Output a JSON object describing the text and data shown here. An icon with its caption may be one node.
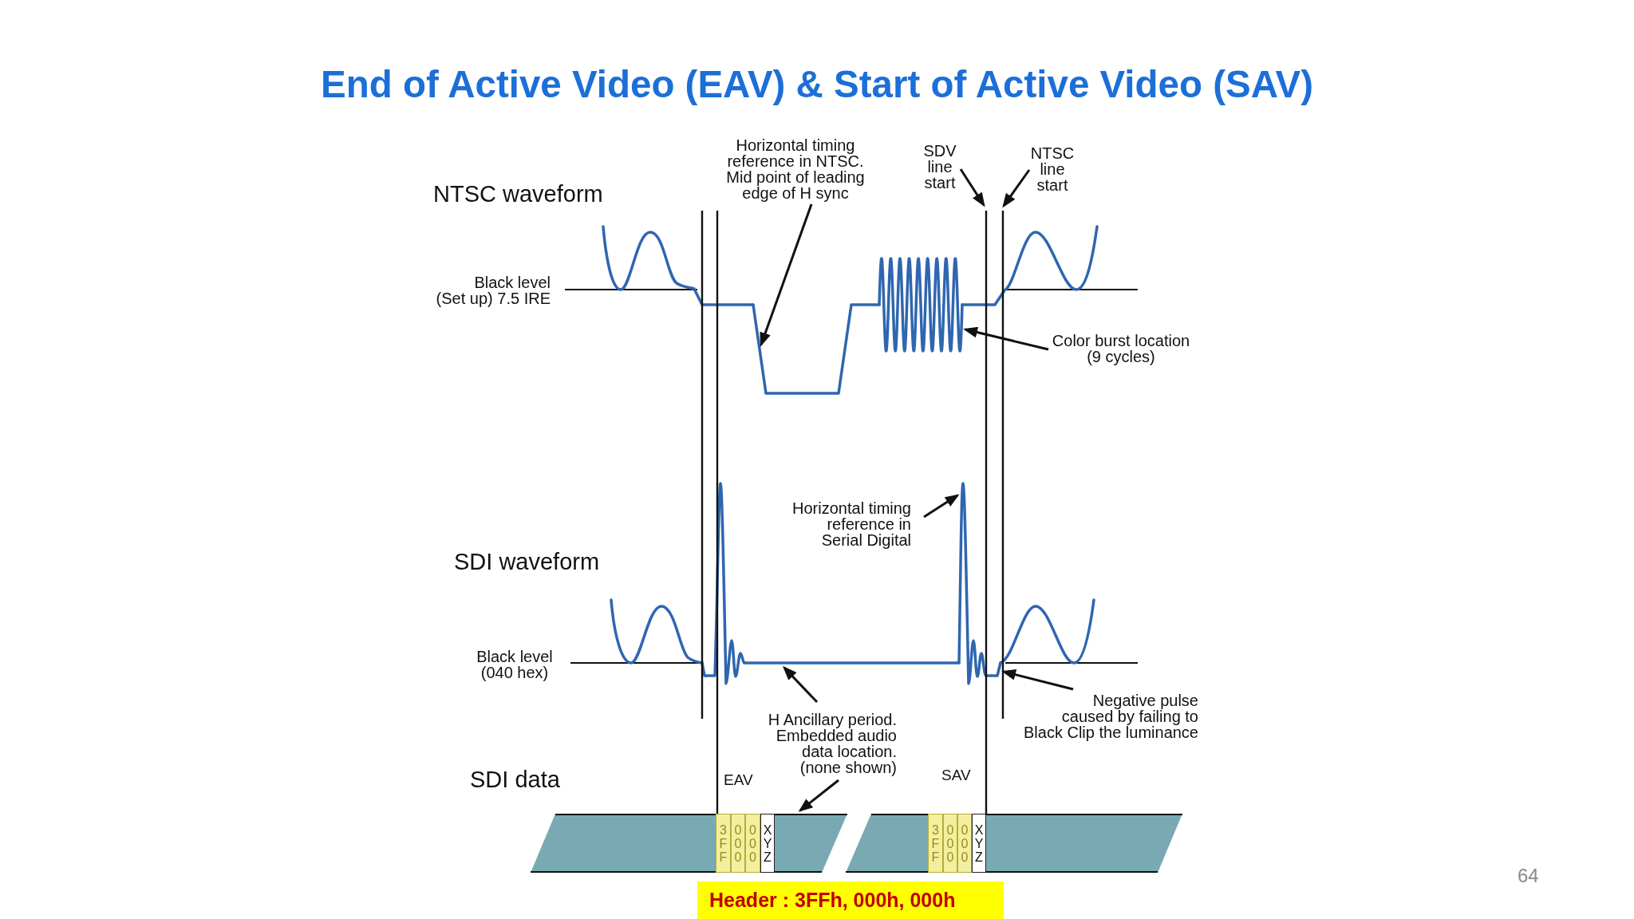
{
  "diagram": {
    "title": "End of Active Video (EAV) & Start of Active Video (SAV)",
    "nodes": [
      {
        "text": [
          "Horizontal timing reference in NTSC. Mid point of leading edge of H sync"
        ]
      },
      {
        "text": [
          "SDV line start"
        ]
      },
      {
        "text": [
          "NTSC line start"
        ]
      },
      {
        "text": [],
        "shape": "line"
      },
      {
        "text": [],
        "shape": "line"
      },
      {
        "text": [],
        "shape": "line"
      },
      {
        "text": [],
        "shape": "line"
      },
      {
        "text": [],
        "shape": "pulse"
      },
      {
        "text": [],
        "shape": "wave"
      },
      {
        "text": [
          "Color burst location (9 cycles)"
        ]
      },
      {
        "text": [
          "Horizontal timing reference in Serial Digital"
        ]
      },
      {
        "text": [],
        "shape": "pulse"
      },
      {
        "text": [],
        "shape": "pulse"
      },
      {
        "text": [],
        "shape": "line"
      },
      {
        "text": [
          "Negative pulse caused by failing to Black Clip the luminance"
        ]
      },
      {
        "text": [
          "H Ancillary period. Embedded audio data location. (none shown)"
        ]
      },
      {
        "text": [],
        "shape": "bar"
      },
      {
        "text": [
          "3 F F"
        ],
        "in": 16
      },
      {
        "text": [
          "0 0 0"
        ],
        "in": 16
      },
      {
        "text": [
          "0 0 0"
        ],
        "in": 16
      },
      {
        "text": [
          "X Y Z"
        ],
        "in": 16
      },
      {
        "text": [],
        "shape": "bar"
      },
      {
        "text": [
          "3 F F"
        ],
        "in": 21
      },
      {
        "text": [
          "0 0 0"
        ],
        "in": 21
      },
      {
        "text": [
          "0 0 0"
        ],
        "in": 21
      },
      {
        "text": [
          "X Y Z"
        ],
        "in": 21
      },
      {
        "text": [
          "Header : 3FFh, 000h, 000h"
        ]
      }
    ],
    "edges": [
      {
        "from": 0,
        "to": 7,
        "arrow": "to"
      },
      {
        "from": 1,
        "to": 5,
        "arrow": "to"
      },
      {
        "from": 2,
        "to": 6,
        "arrow": "to"
      },
      {
        "from": 9,
        "to": 8,
        "arrow": "to"
      },
      {
        "from": 10,
        "to": 11,
        "arrow": "to"
      },
      {
        "from": 15,
        "to": 13,
        "arrow": "to"
      },
      {
        "from": 15,
        "to": 16,
        "arrow": "to"
      },
      {
        "from": 14,
        "to": 12,
        "arrow": "to"
      }
    ],
    "labels": [
      "NTSC waveform",
      "Black level (Set up) 7.5 IRE",
      "SDI waveform",
      "Black level (040 hex)",
      "SDI data",
      "EAV",
      "SAV",
      "64"
    ]
  }
}
